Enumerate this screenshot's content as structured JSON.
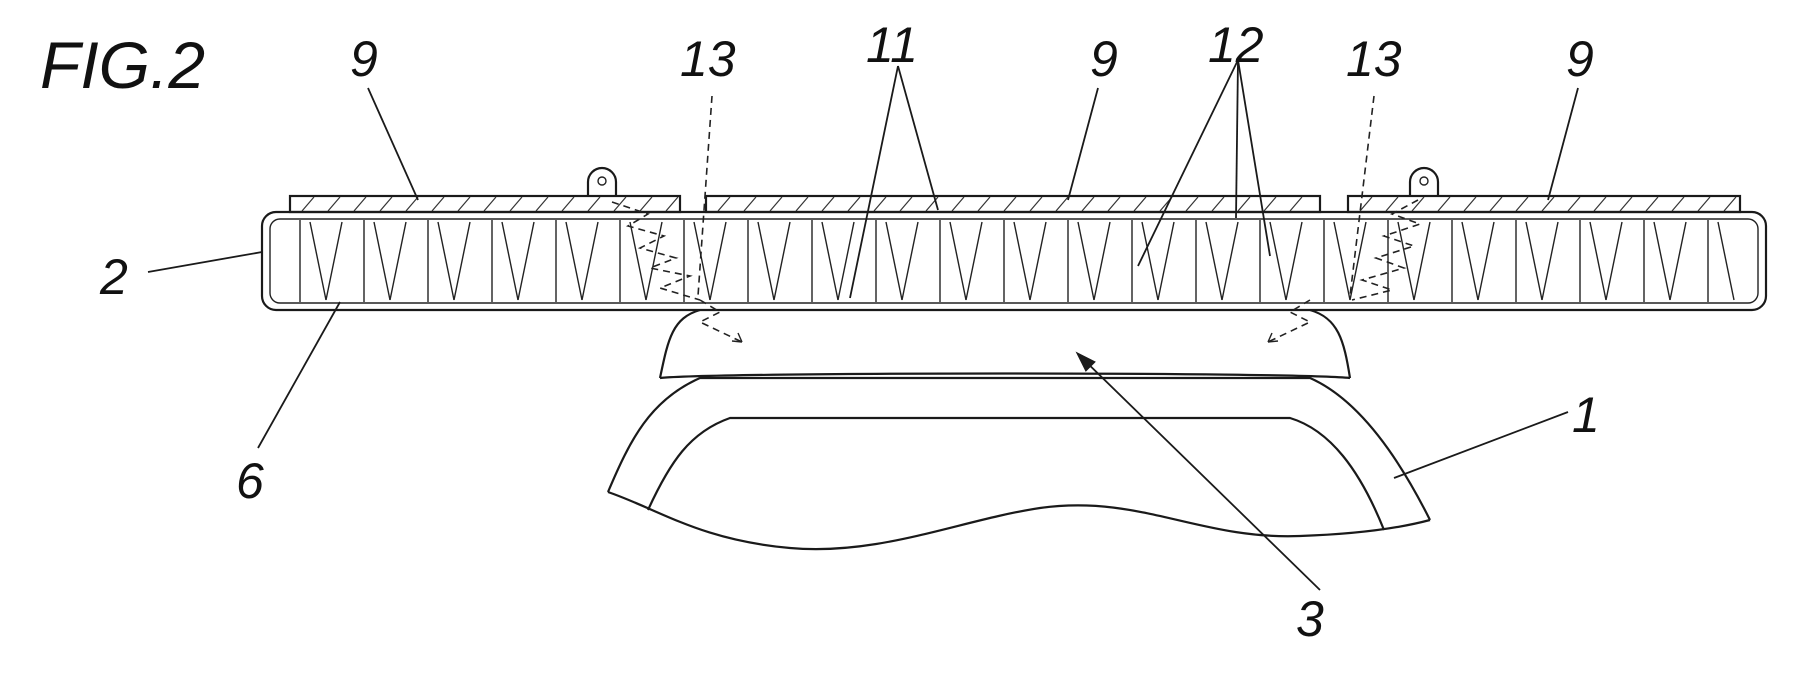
{
  "figure": {
    "title": "FIG.2",
    "labels": {
      "plate_left": "9",
      "plate_mid": "9",
      "plate_right": "9",
      "dash_left": "13",
      "dash_right": "13",
      "blades": "11",
      "vanes": "12",
      "tube": "2",
      "channel": "6",
      "wheel": "1",
      "gap": "3"
    }
  }
}
